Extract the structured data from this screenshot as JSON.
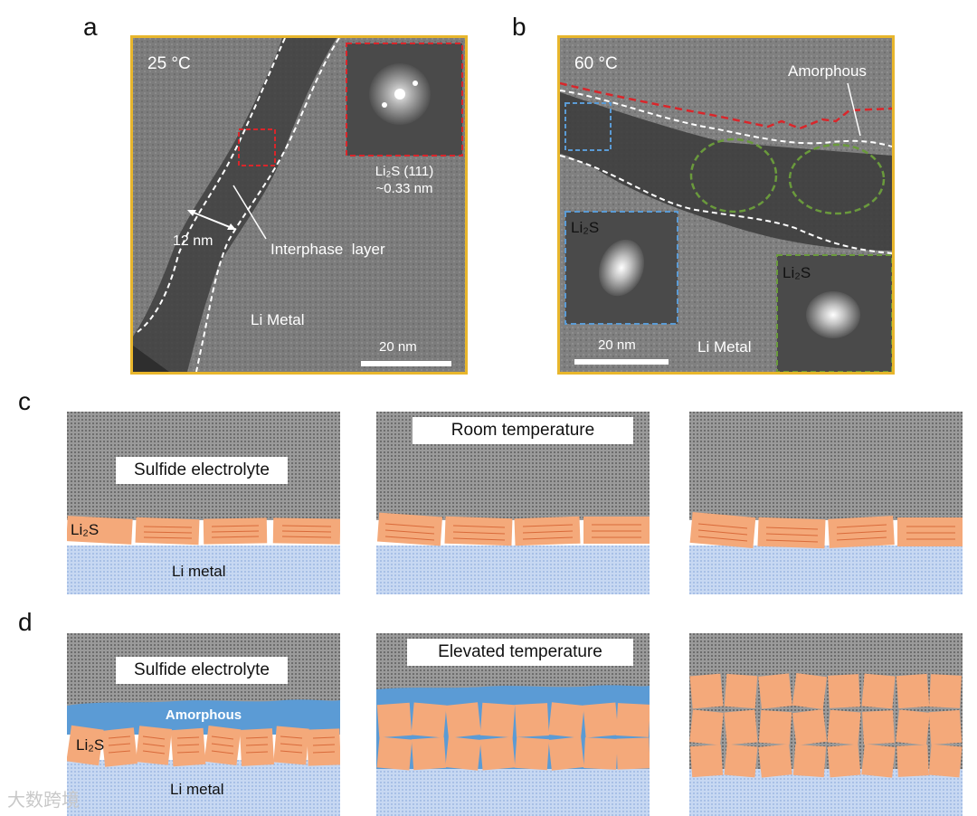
{
  "panel_labels": {
    "a": "a",
    "b": "b",
    "c": "c",
    "d": "d"
  },
  "panel_a": {
    "temperature": "25 °C",
    "fft_label_line1": "Li₂S (111)",
    "fft_label_line2": "~0.33 nm",
    "thickness": "12 nm",
    "interphase": "Interphase  layer",
    "metal": "Li Metal",
    "scalebar": "20 nm"
  },
  "panel_b": {
    "temperature": "60 °C",
    "amorphous": "Amorphous",
    "inset_blue": "Li₂S",
    "inset_green": "Li₂S",
    "metal": "Li Metal",
    "scalebar": "20 nm"
  },
  "panel_c": {
    "electrolyte": "Sulfide electrolyte",
    "li2s": "Li₂S",
    "metal": "Li metal",
    "condition": "Room temperature"
  },
  "panel_d": {
    "electrolyte": "Sulfide electrolyte",
    "amorphous": "Amorphous",
    "li2s": "Li₂S",
    "metal": "Li metal",
    "condition": "Elevated temperature"
  },
  "watermark": "大数跨境",
  "colors": {
    "frame": "#e8b62c",
    "li2s": "#f4a97a",
    "li2s_line": "#d96a3a",
    "metal": "#b9cfee",
    "electrolyte": "#8c8c8c",
    "amorphous": "#5b9bd5",
    "red_box": "#d9262b",
    "blue_box": "#5b9bd5",
    "green_box": "#6a9a3c"
  }
}
